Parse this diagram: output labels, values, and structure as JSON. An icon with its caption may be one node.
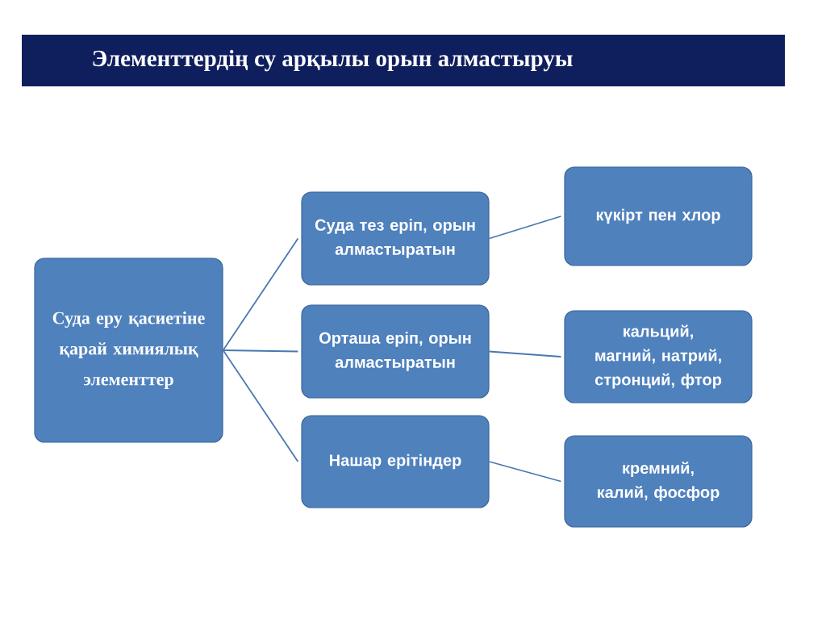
{
  "diagram": {
    "title": "Элементтердің су арқылы орын алмастыруы",
    "nodes": [
      {
        "text": [
          "Суда  еру қасиетіне қарай химиялық элементтер"
        ]
      },
      {
        "text": [
          "Суда тез еріп, орын алмастыратын"
        ]
      },
      {
        "text": [
          "Орташа еріп, орын алмастыратын"
        ]
      },
      {
        "text": [
          "Нашар ерітіндер"
        ]
      },
      {
        "text": [
          "күкірт пен хлор"
        ]
      },
      {
        "text": [
          "кальций, магний, натрий, стронций, фтор"
        ]
      },
      {
        "text": [
          "кремний, калий, фосфор"
        ]
      }
    ],
    "edges": [
      {
        "from": 0,
        "to": 1,
        "arrow": "none"
      },
      {
        "from": 0,
        "to": 2,
        "arrow": "none"
      },
      {
        "from": 0,
        "to": 3,
        "arrow": "none"
      },
      {
        "from": 1,
        "to": 4,
        "arrow": "none"
      },
      {
        "from": 2,
        "to": 5,
        "arrow": "none"
      },
      {
        "from": 3,
        "to": 6,
        "arrow": "none"
      }
    ]
  }
}
